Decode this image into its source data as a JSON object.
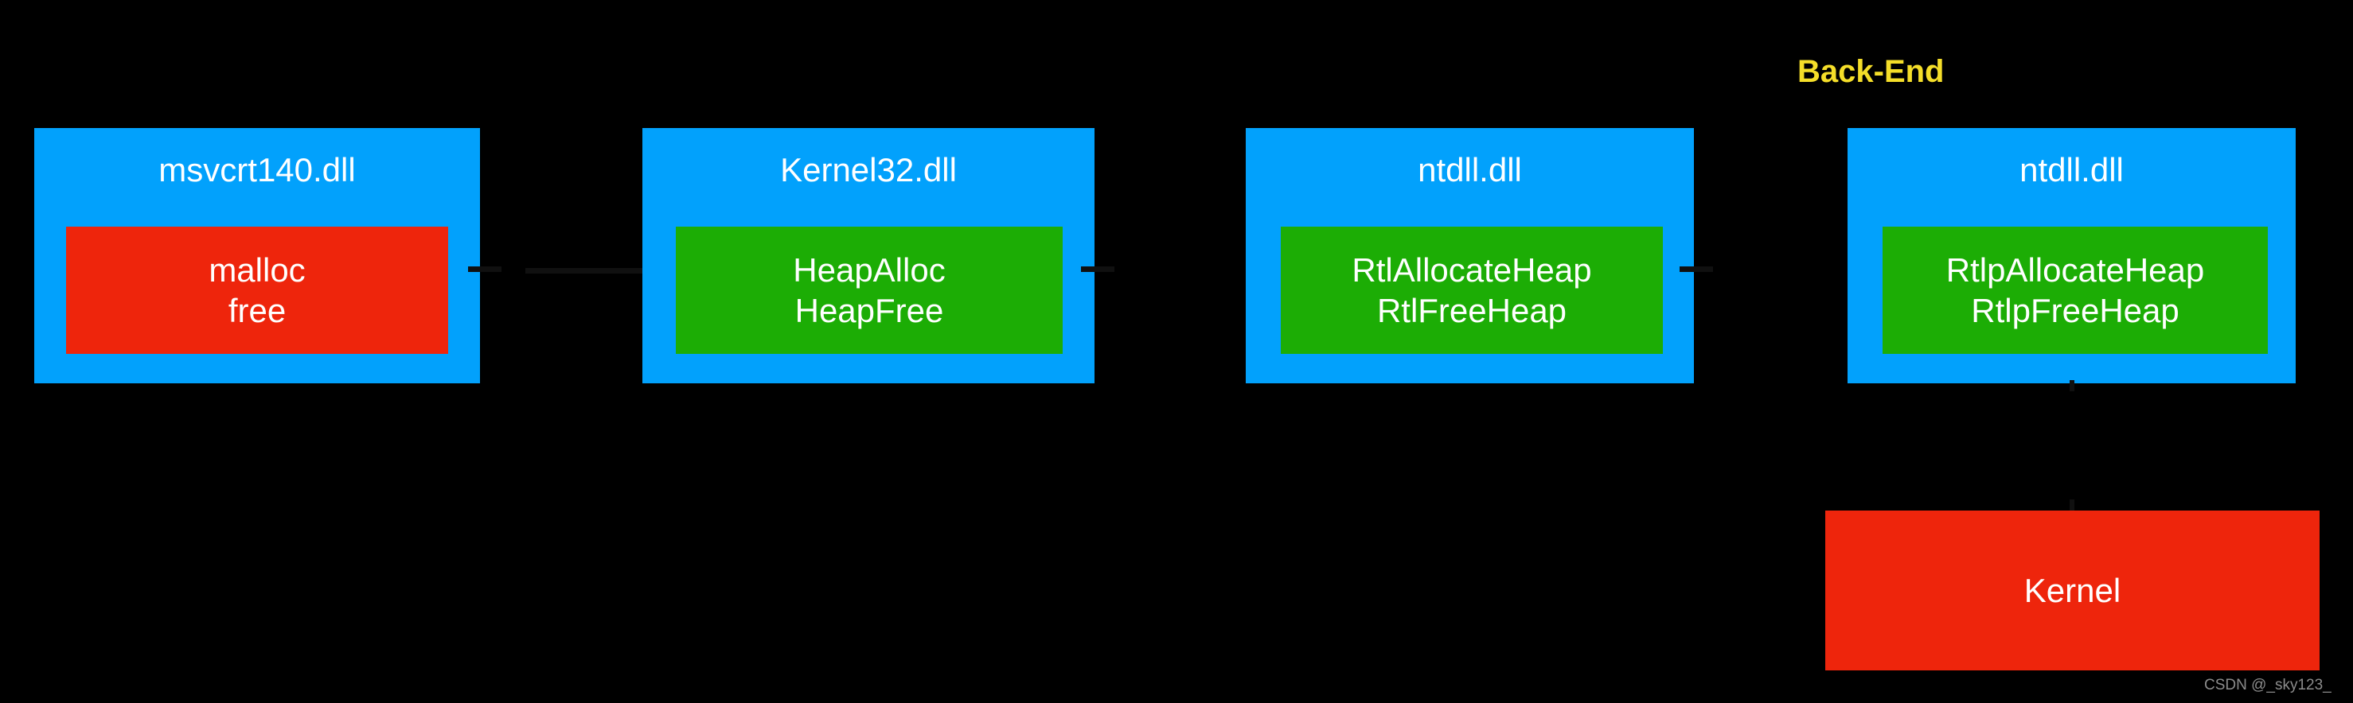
{
  "diagram": {
    "background_color": "#000000",
    "section_label": {
      "text": "Back-End",
      "color": "#F5DE29"
    },
    "modules": [
      {
        "name": "msvcrt140.dll",
        "box_color": "#02A1FC",
        "api_box_color": "#EE250C",
        "api_functions": [
          "malloc",
          "free"
        ]
      },
      {
        "name": "Kernel32.dll",
        "box_color": "#02A1FC",
        "api_box_color": "#1CAD05",
        "api_functions": [
          "HeapAlloc",
          "HeapFree"
        ]
      },
      {
        "name": "ntdll.dll",
        "box_color": "#02A1FC",
        "api_box_color": "#1CAD05",
        "api_functions": [
          "RtlAllocateHeap",
          "RtlFreeHeap"
        ]
      },
      {
        "name": "ntdll.dll",
        "box_color": "#02A1FC",
        "api_box_color": "#1CAD05",
        "api_functions": [
          "RtlpAllocateHeap",
          "RtlpFreeHeap"
        ]
      }
    ],
    "kernel": {
      "label": "Kernel",
      "box_color": "#EE250C"
    },
    "watermark": "CSDN @_sky123_"
  }
}
